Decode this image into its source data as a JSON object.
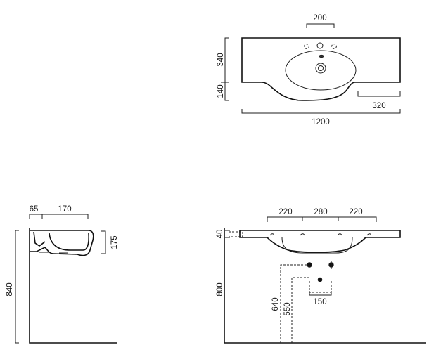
{
  "plan": {
    "dim_tap_spacing": "200",
    "dim_depth_top": "340",
    "dim_depth_bowl": "140",
    "dim_side_ledge": "320",
    "dim_total_width": "1200"
  },
  "side_view": {
    "dim_setback": "65",
    "dim_bowl_depth": "170",
    "dim_height_basin": "175",
    "dim_floor_height": "840"
  },
  "front_view": {
    "dim_left": "220",
    "dim_middle": "280",
    "dim_right": "220",
    "dim_thickness": "40",
    "dim_mount_height": "800",
    "dim_drain_height_a": "640",
    "dim_drain_height_b": "550",
    "dim_drain_spacing": "150"
  }
}
